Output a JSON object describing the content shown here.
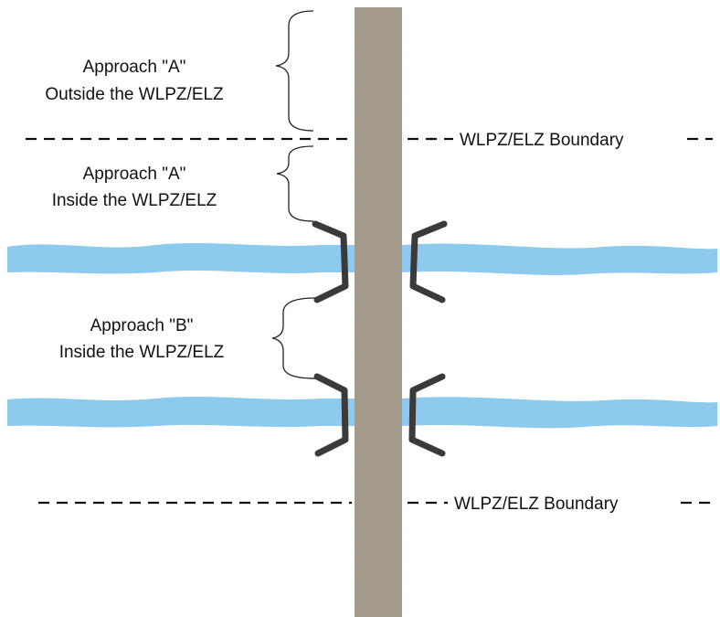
{
  "zones": [
    {
      "id": "approach-a-outside",
      "line1": "Approach \"A\"",
      "line2": "Outside the WLPZ/ELZ"
    },
    {
      "id": "approach-a-inside",
      "line1": "Approach \"A\"",
      "line2": "Inside the WLPZ/ELZ"
    },
    {
      "id": "approach-b-inside",
      "line1": "Approach \"B\"",
      "line2": "Inside the WLPZ/ELZ"
    }
  ],
  "boundaries": [
    {
      "label": "WLPZ/ELZ Boundary"
    },
    {
      "label": "WLPZ/ELZ Boundary"
    }
  ],
  "colors": {
    "road": "#a49a87",
    "stream": "#8ec9ee",
    "bracket": "#3a3a3a",
    "boundary_line": "#111111"
  }
}
